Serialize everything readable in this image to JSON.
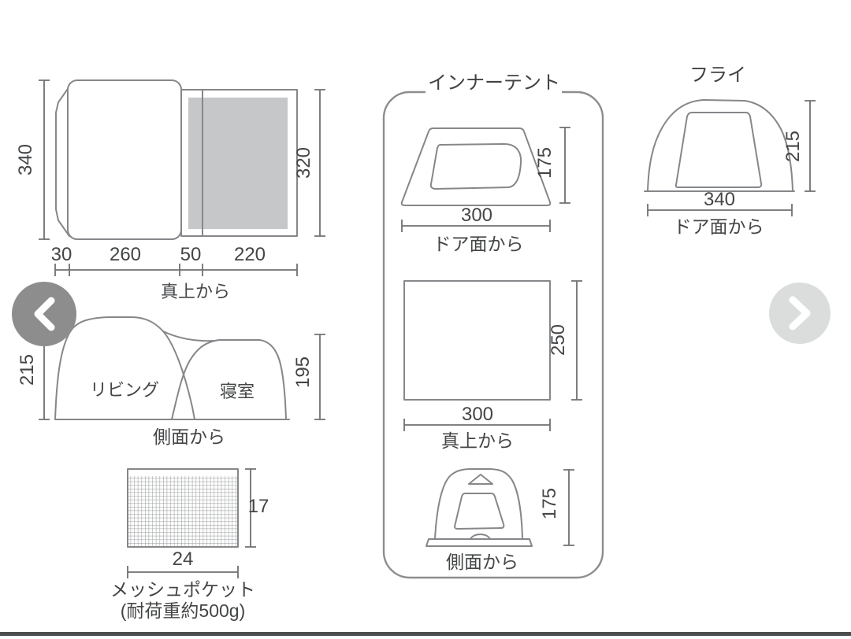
{
  "colors": {
    "inner_fill": "#c5c7c9",
    "outline": "#85878a",
    "dim_line": "#6e7072",
    "text": "#434547",
    "nav_prev_bg": "#8d8d8d",
    "nav_next_bg": "#dbdddd",
    "nav_chevron": "#ffffff",
    "bottom_bar": "#4b4d4f"
  },
  "floorplan": {
    "view_label": "真上から",
    "dim_left": "340",
    "dim_right": "320",
    "seg_1": "30",
    "seg_2": "260",
    "seg_3": "50",
    "seg_4": "220"
  },
  "side_view": {
    "view_label": "側面から",
    "dim_left": "215",
    "dim_right": "195",
    "room_living": "リビング",
    "room_bedroom": "寝室"
  },
  "mesh_pocket": {
    "dim_height": "17",
    "dim_width": "24",
    "label": "メッシュポケット",
    "capacity_note": "(耐荷重約500g)"
  },
  "inner_tent": {
    "title": "インナーテント",
    "door_view": {
      "width": "300",
      "height": "175",
      "label": "ドア面から"
    },
    "top_view": {
      "width": "300",
      "depth": "250",
      "label": "真上から"
    },
    "side_view": {
      "height": "175",
      "label": "側面から"
    }
  },
  "fly": {
    "title": "フライ",
    "dim_width": "340",
    "dim_height": "215",
    "label": "ドア面から"
  },
  "nav": {
    "prev": "previous-image",
    "next": "next-image"
  }
}
